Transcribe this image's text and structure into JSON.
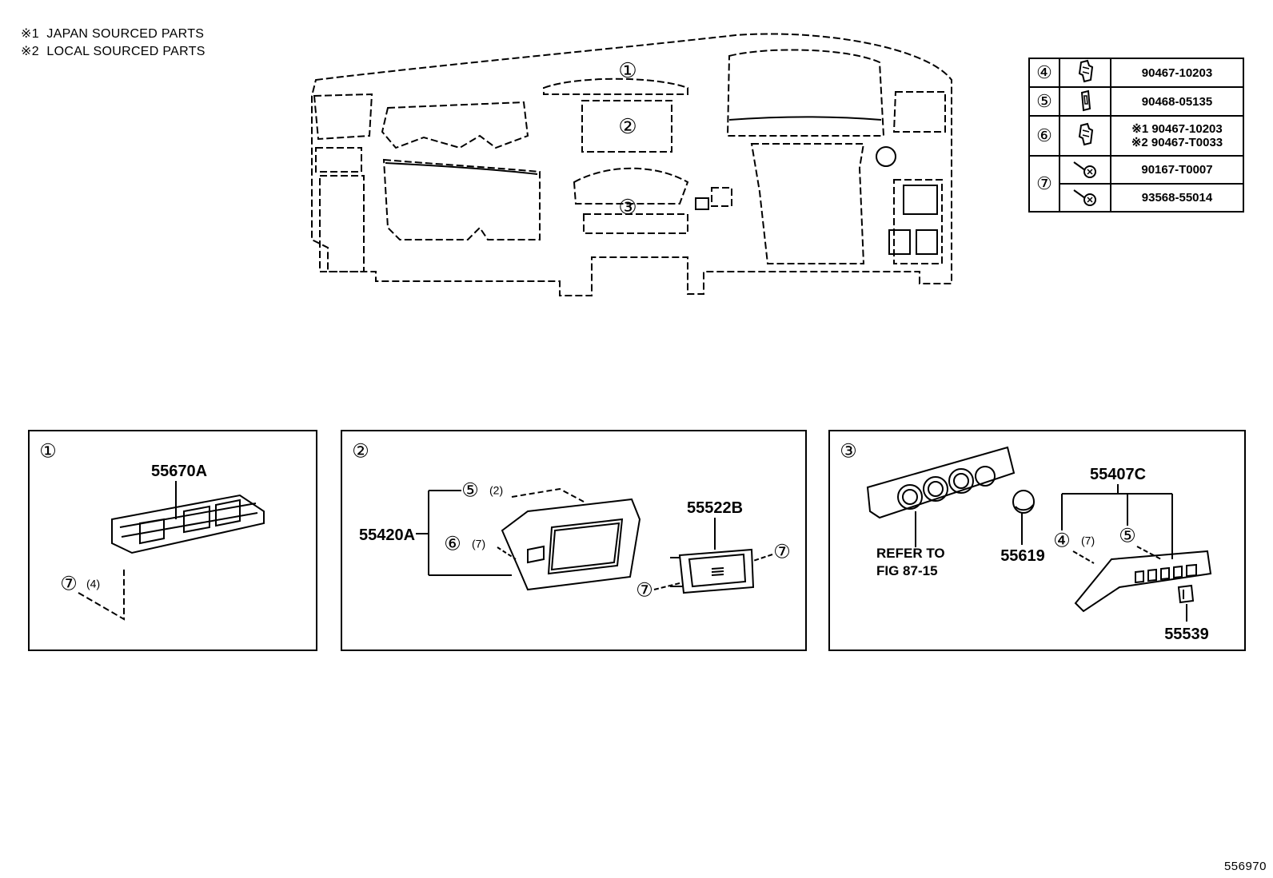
{
  "notes": [
    "※1  JAPAN SOURCED PARTS",
    "※2  LOCAL SOURCED PARTS"
  ],
  "legend": [
    {
      "ref": "④",
      "icon": "push-clip-icon",
      "numbers": [
        "90467-10203"
      ]
    },
    {
      "ref": "⑤",
      "icon": "clip-icon",
      "numbers": [
        "90468-05135"
      ]
    },
    {
      "ref": "⑥",
      "icon": "push-clip-icon",
      "numbers": [
        "※1 90467-10203",
        "※2 90467-T0033"
      ]
    },
    {
      "ref": "⑦",
      "icon": "screw-icon",
      "numbers": [
        "90167-T0007",
        "93568-55014"
      ]
    }
  ],
  "overview_callouts": [
    "①",
    "②",
    "③"
  ],
  "panels": [
    {
      "ref": "①",
      "labels": [
        "55670A"
      ],
      "fasteners": [
        {
          "ref": "⑦",
          "qty": "(4)"
        }
      ]
    },
    {
      "ref": "②",
      "labels": [
        "55420A",
        "55522B"
      ],
      "fasteners": [
        {
          "ref": "⑤",
          "qty": "(2)"
        },
        {
          "ref": "⑥",
          "qty": "(7)"
        },
        {
          "ref": "⑦",
          "qty": ""
        },
        {
          "ref": "⑦",
          "qty": ""
        }
      ]
    },
    {
      "ref": "③",
      "labels": [
        "55407C",
        "55619",
        "55539"
      ],
      "refer": [
        "REFER TO",
        "FIG 87-15"
      ],
      "fasteners": [
        {
          "ref": "④",
          "qty": "(7)"
        },
        {
          "ref": "⑤",
          "qty": ""
        }
      ]
    }
  ],
  "figure_id": "556970"
}
